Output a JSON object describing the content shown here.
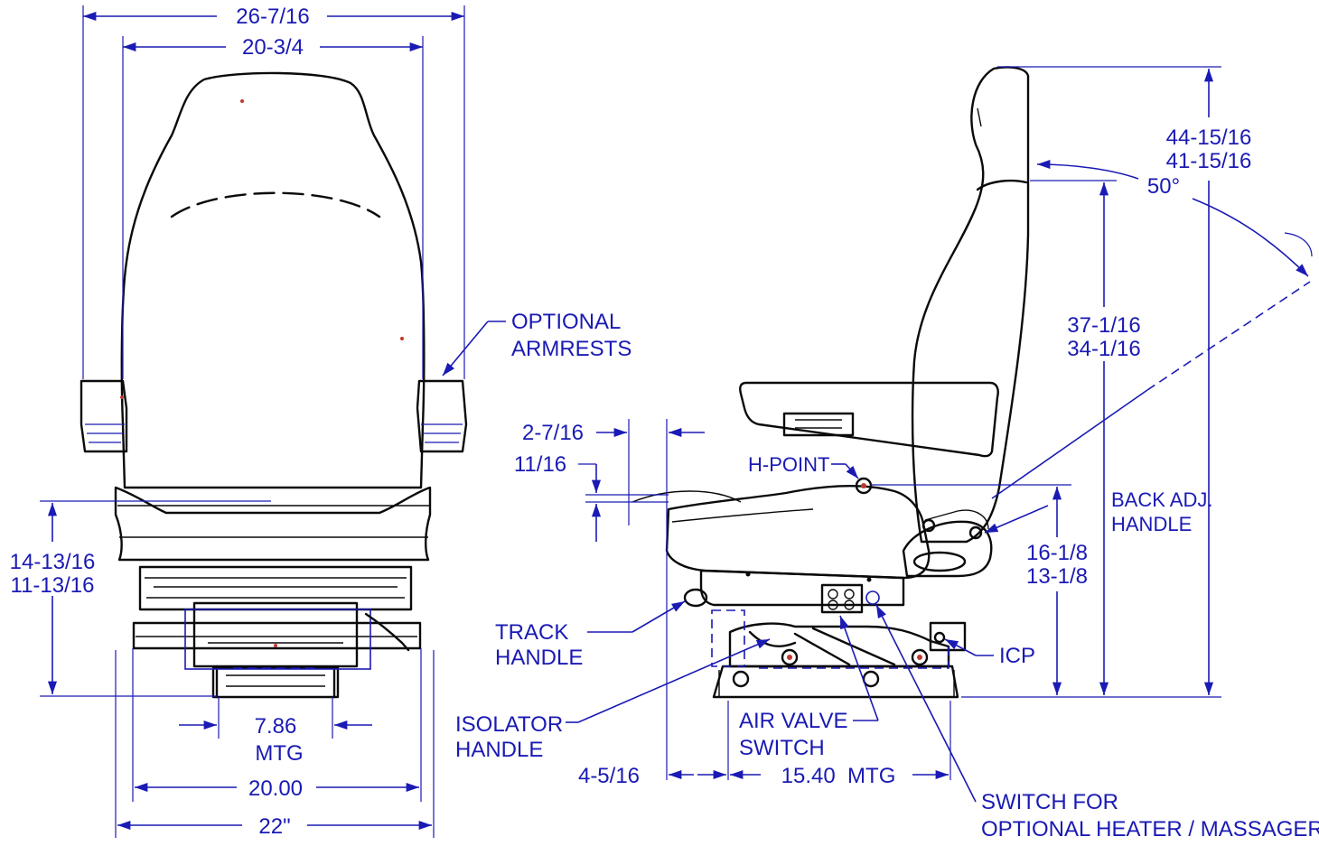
{
  "front_view": {
    "dims": {
      "overall_width": "26-7/16",
      "back_width": "20-3/4",
      "seat_height": [
        "14-13/16",
        "11-13/16"
      ],
      "mtg_inner": [
        "7.86",
        "MTG"
      ],
      "base_width": "20.00",
      "base_overall": "22\""
    },
    "callouts": {
      "armrests": [
        "OPTIONAL",
        "ARMRESTS"
      ]
    }
  },
  "side_view": {
    "dims": {
      "overall_height": [
        "44-15/16",
        "41-15/16"
      ],
      "recline_angle": "50°",
      "back_height": [
        "37-1/16",
        "34-1/16"
      ],
      "hpoint_height": [
        "16-1/8",
        "13-1/8"
      ],
      "front_offset": "2-7/16",
      "cushion_offset": "11/16",
      "track_offset": "4-5/16",
      "track_mtg": "15.40  MTG"
    },
    "callouts": {
      "h_point": "H-POINT",
      "back_adj": [
        "BACK ADJ.",
        "HANDLE"
      ],
      "track_handle": [
        "TRACK",
        "HANDLE"
      ],
      "icp": "ICP",
      "isolator": [
        "ISOLATOR",
        "HANDLE"
      ],
      "air_valve": [
        "AIR VALVE",
        "SWITCH"
      ],
      "switch_heater": [
        "SWITCH FOR",
        "OPTIONAL HEATER / MASSAGER"
      ]
    }
  },
  "colors": {
    "dimension": "#1a1ab4",
    "outline": "#0a0a0a",
    "marker": "#c0392b"
  }
}
